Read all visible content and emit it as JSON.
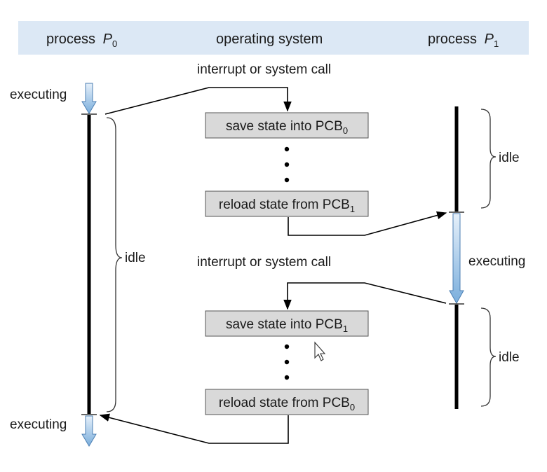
{
  "header": {
    "process_p0": {
      "word": "process",
      "letter": "P",
      "subscript": "0"
    },
    "operating_system": "operating system",
    "process_p1": {
      "word": "process",
      "letter": "P",
      "subscript": "1"
    }
  },
  "labels": {
    "interrupt_1": "interrupt or system call",
    "interrupt_2": "interrupt or system call",
    "p0_executing_top": "executing",
    "p0_executing_bottom": "executing",
    "p0_idle": "idle",
    "p1_idle_top": "idle",
    "p1_executing": "executing",
    "p1_idle_bottom": "idle"
  },
  "boxes": {
    "save_pcb0": {
      "text": "save state into PCB",
      "subscript": "0"
    },
    "reload_pcb1": {
      "text": "reload state from PCB",
      "subscript": "1"
    },
    "save_pcb1": {
      "text": "save state into PCB",
      "subscript": "1"
    },
    "reload_pcb0": {
      "text": "reload state from PCB",
      "subscript": "0"
    }
  },
  "colors": {
    "header_band": "#dce8f5",
    "box_fill": "#d9d9d9",
    "arrow_blue_light": "#e6f0fa",
    "arrow_blue_dark": "#7aaedc"
  }
}
